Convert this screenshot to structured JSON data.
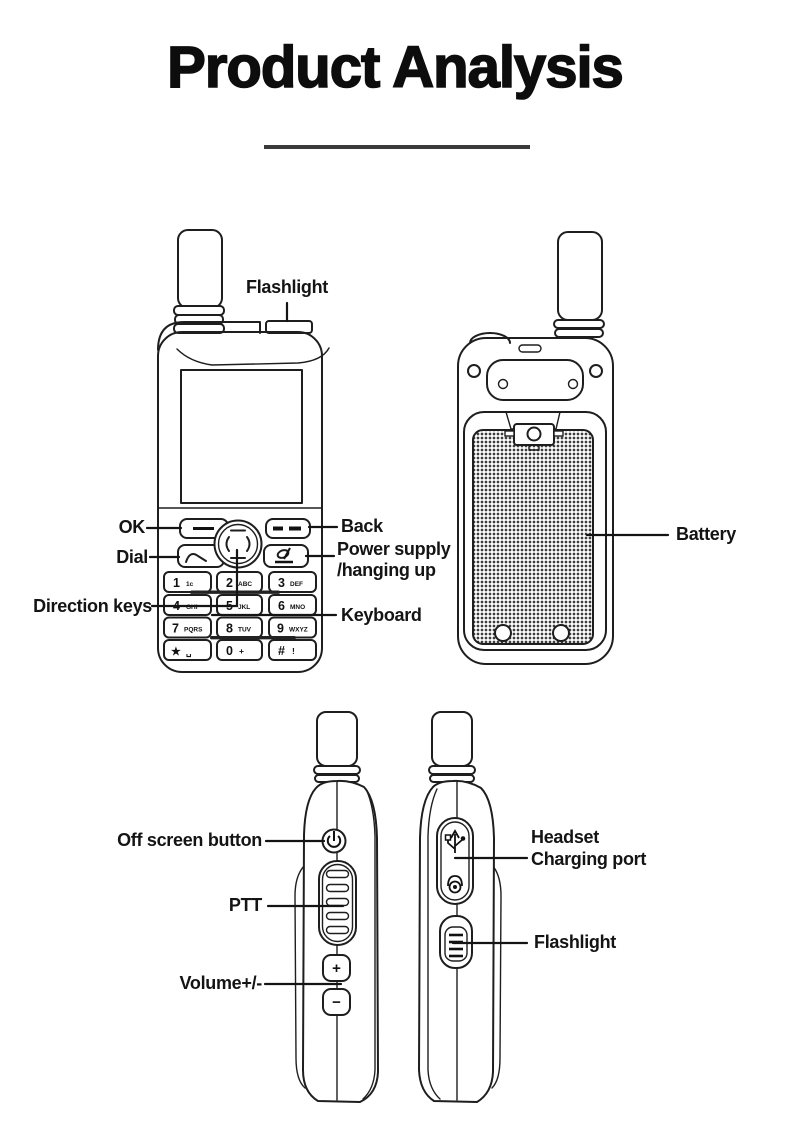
{
  "page": {
    "title": "Product Analysis",
    "background": "#ffffff",
    "ink_color": "#1e1e1e"
  },
  "front_view": {
    "view_name": "front view of handset",
    "labels": {
      "flashlight": "Flashlight",
      "ok": "OK",
      "dial": "Dial",
      "direction_keys": "Direction keys",
      "back": "Back",
      "power_supply_line1": "Power supply",
      "power_supply_line2": "/hanging up",
      "keyboard": "Keyboard"
    },
    "keypad": {
      "keys": [
        {
          "main": "1",
          "sub": "1c"
        },
        {
          "main": "2",
          "sub": "ABC"
        },
        {
          "main": "3",
          "sub": "DEF"
        },
        {
          "main": "4",
          "sub": "GHI"
        },
        {
          "main": "5",
          "sub": "JKL"
        },
        {
          "main": "6",
          "sub": "MNO"
        },
        {
          "main": "7",
          "sub": "PQRS"
        },
        {
          "main": "8",
          "sub": "TUV"
        },
        {
          "main": "9",
          "sub": "WXYZ"
        },
        {
          "main": "★",
          "sub": "␣"
        },
        {
          "main": "0",
          "sub": "+"
        },
        {
          "main": "#",
          "sub": "!"
        }
      ]
    },
    "icons": {
      "ok_key": "dash-symbol",
      "dial_key": "handset-lift-symbol",
      "back_key": "double-dash-symbol",
      "end_key": "handset-down-symbol",
      "dpad": "direction-pad"
    }
  },
  "back_view": {
    "view_name": "back view of handset",
    "labels": {
      "battery": "Battery"
    }
  },
  "side_views": {
    "view_name": "left and right side views of handset",
    "labels": {
      "off_screen": "Off screen button",
      "ptt": "PTT",
      "volume": "Volume+/-",
      "headset_line1": "Headset",
      "headset_line2": "Charging port",
      "flashlight": "Flashlight"
    },
    "glyphs": {
      "volume_plus": "+",
      "volume_minus": "−"
    },
    "icons": {
      "power_button": "power-symbol",
      "usb_port": "usb-symbol",
      "headset_port": "headset-symbol",
      "flashlight_switch": "slider-switch"
    }
  }
}
